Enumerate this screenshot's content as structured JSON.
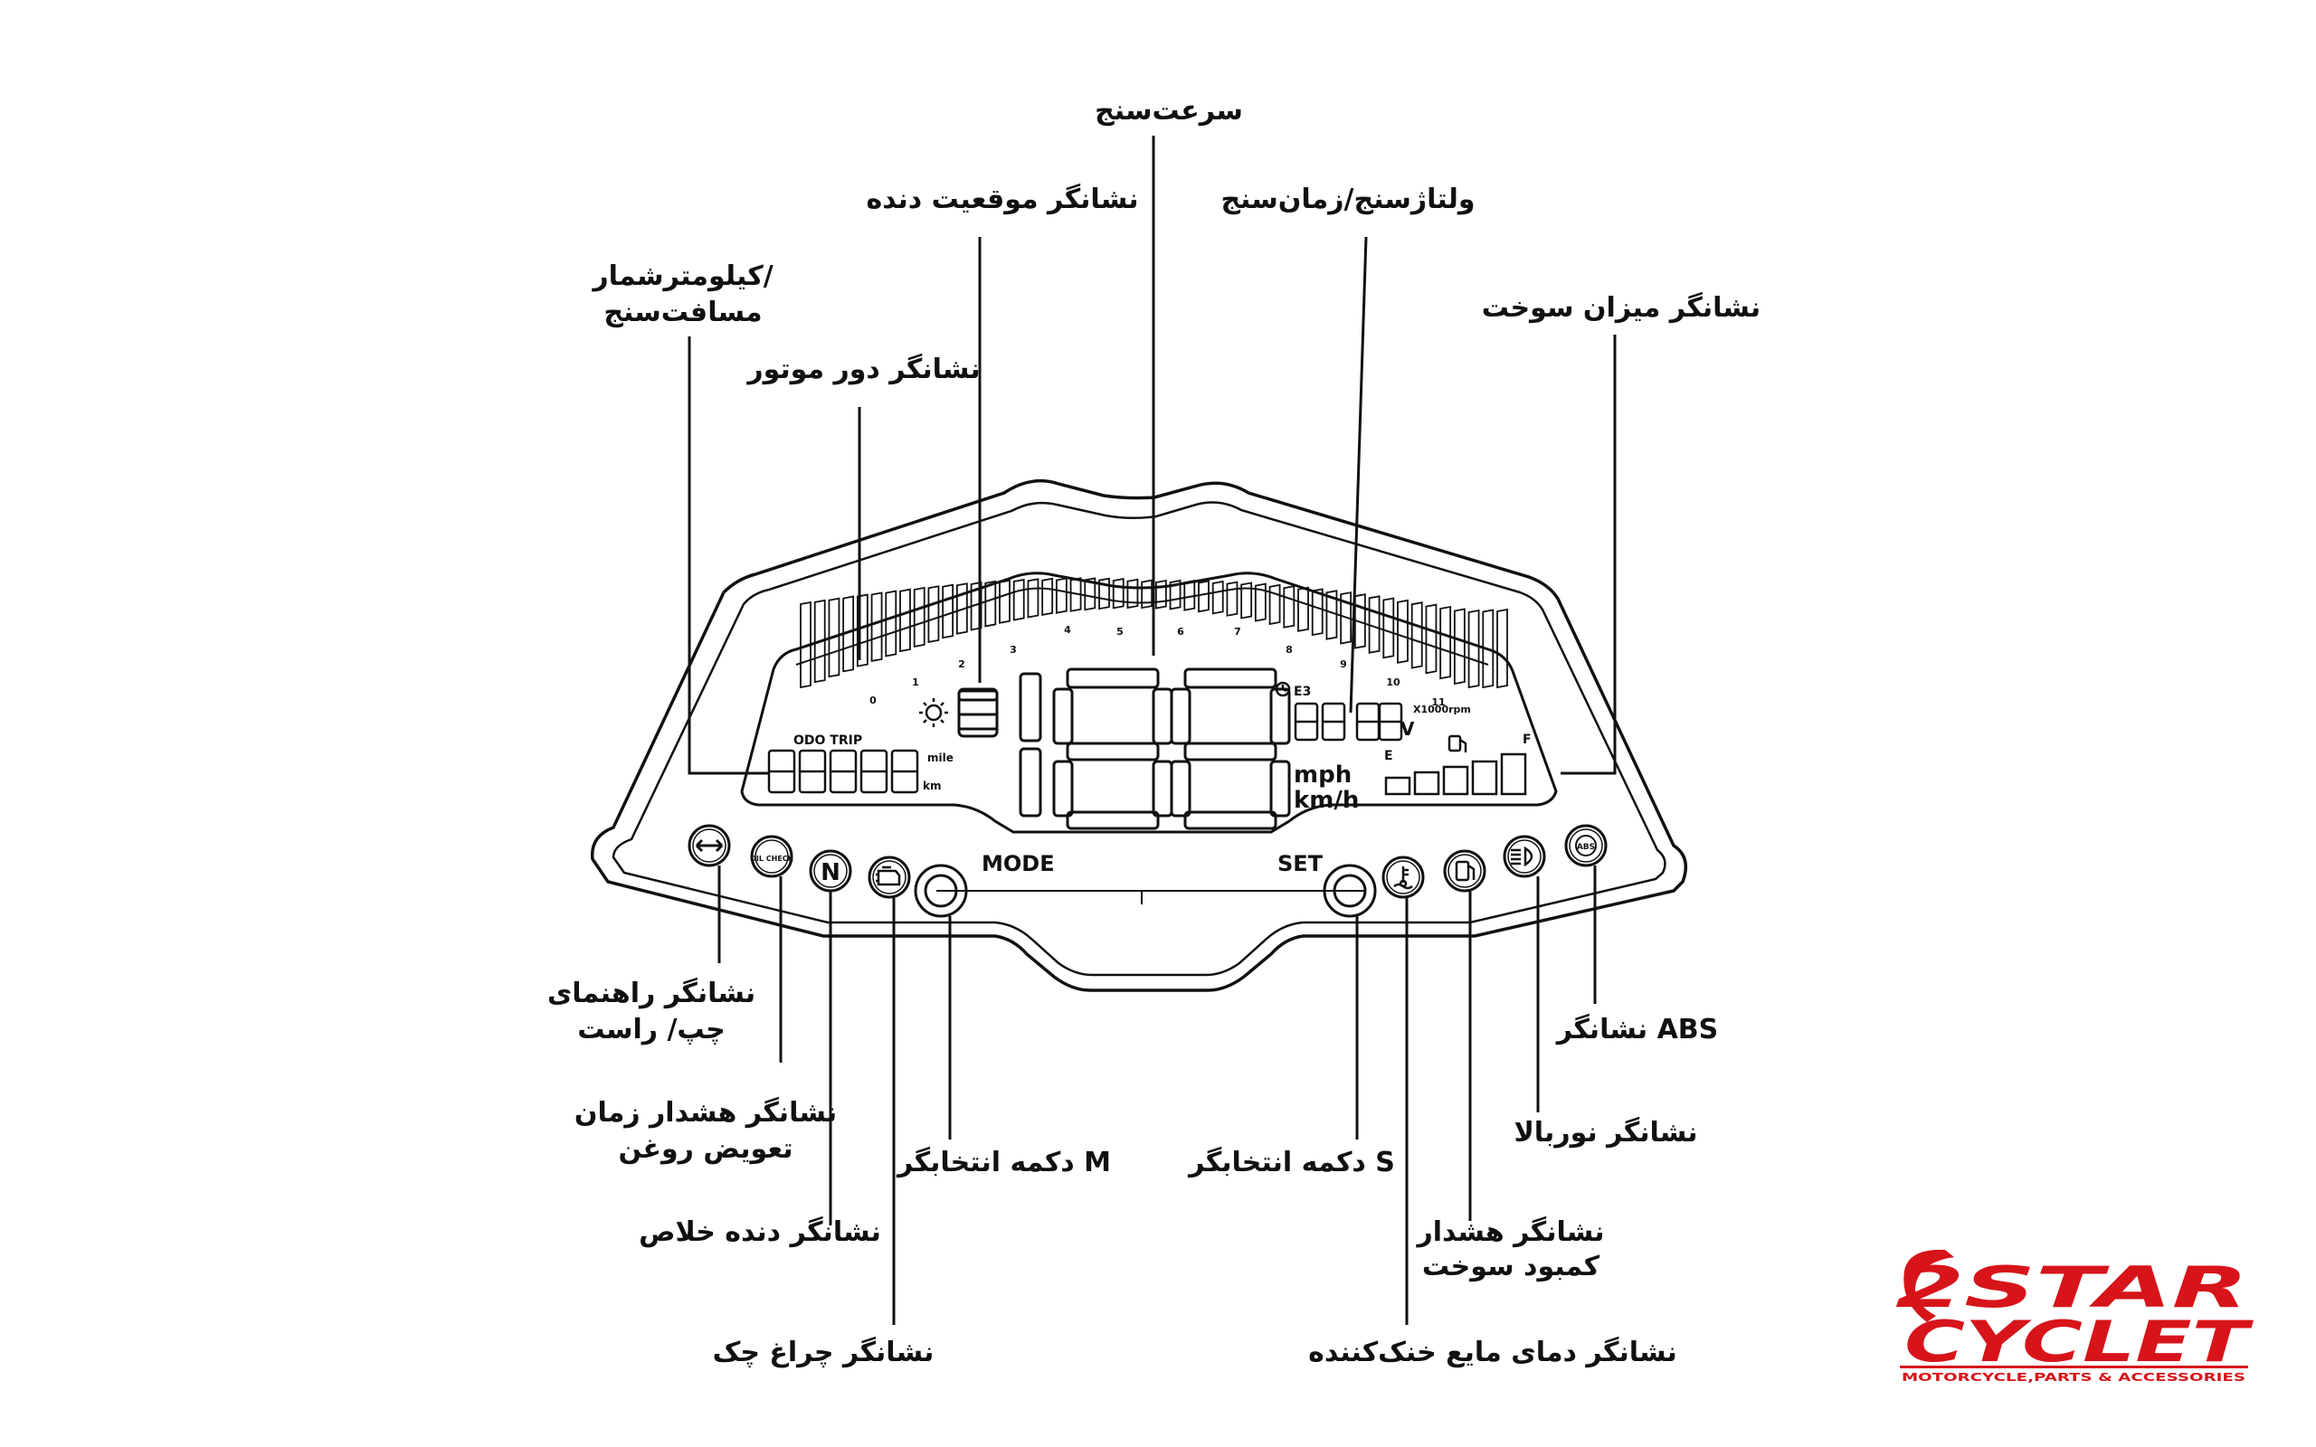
{
  "labels": {
    "speedometer": "سرعت‌سنج",
    "gear_position": "نشانگر موقعیت دنده",
    "voltmeter_clock": "ولتاژسنج/زمان‌سنج",
    "odo_line1": "کیلومترشمار/",
    "odo_line2": "مسافت‌سنج",
    "fuel_gauge": "نشانگر میزان سوخت",
    "rpm": "نشانگر دور موتور",
    "turn_line1": "نشانگر راهنمای",
    "turn_line2": "چپ/ راست",
    "oil_line1": "نشانگر هشدار زمان",
    "oil_line2": "تعویض روغن",
    "neutral": "نشانگر دنده خلاص",
    "check_engine": "نشانگر چراغ چک",
    "mode_btn": "دکمه انتخابگر M",
    "set_btn": "دکمه انتخابگر S",
    "coolant": "نشانگر دمای مایع خنک‌کننده",
    "low_fuel_line1": "نشانگر هشدار",
    "low_fuel_line2": "کمبود سوخت",
    "high_beam": "نشانگر نوربالا",
    "abs": "نشانگر ABS"
  },
  "dash": {
    "mode": "MODE",
    "set": "SET",
    "odo_trip": "ODO TRIP",
    "mile": "mile",
    "km": "km",
    "mph": "mph",
    "kmh": "km/h",
    "volt_unit": "V",
    "rpm_unit": "X1000rpm",
    "e3": "E3",
    "fuel_e": "E",
    "fuel_f": "F",
    "neutral_letter": "N",
    "oil_icon_text": "OIL CHECK",
    "abs_icon_text": "ABS",
    "rpm_ticks": [
      "0",
      "1",
      "2",
      "3",
      "4",
      "5",
      "6",
      "7",
      "8",
      "9",
      "10",
      "11"
    ]
  },
  "logo": {
    "line1": "2STAR",
    "line2": "CYCLET",
    "tagline": "MOTORCYCLE,PARTS & ACCESSORIES"
  }
}
